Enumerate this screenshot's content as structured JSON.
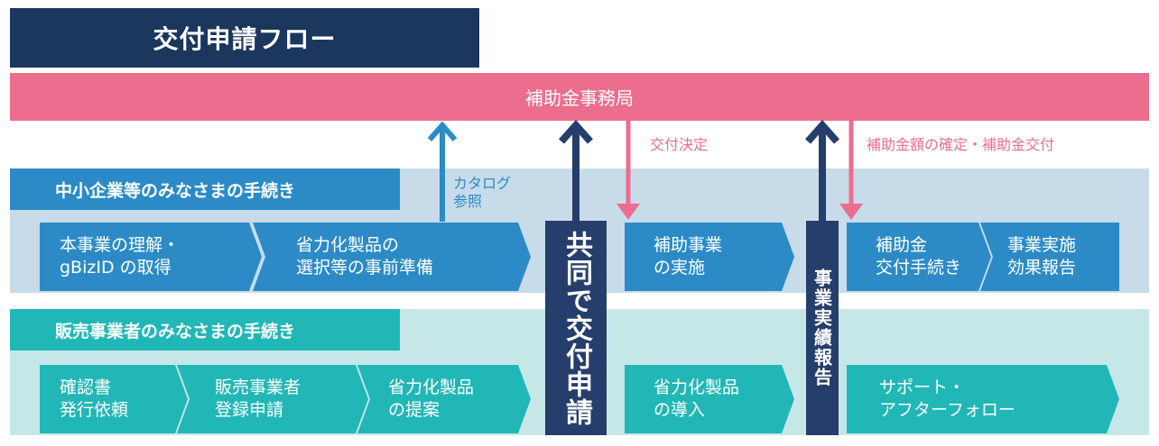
{
  "title": "交付申請フロー",
  "bureau": "補助金事務局",
  "notes": {
    "catalog_line1": "カタログ",
    "catalog_line2": "参照",
    "decision": "交付決定",
    "confirm": "補助金額の確定・補助金交付"
  },
  "sme": {
    "label": "中小企業等のみなさまの手続き",
    "steps": [
      {
        "line1": "本事業の理解・",
        "line2": "gBizID の取得"
      },
      {
        "line1": "省力化製品の",
        "line2": "選択等の事前準備"
      },
      {
        "line1": "補助事業",
        "line2": "の実施"
      },
      {
        "line1": "補助金",
        "line2": "交付手続き"
      },
      {
        "line1": "事業実施",
        "line2": "効果報告"
      }
    ]
  },
  "sales": {
    "label": "販売事業者のみなさまの手続き",
    "steps": [
      {
        "line1": "確認書",
        "line2": "発行依頼"
      },
      {
        "line1": "販売事業者",
        "line2": "登録申請"
      },
      {
        "line1": "省力化製品",
        "line2": "の提案"
      },
      {
        "line1": "省力化製品",
        "line2": "の導入"
      },
      {
        "line1": "サポート・",
        "line2": "アフターフォロー"
      }
    ]
  },
  "joint_application": "共同で交付申請",
  "performance_report": "事業実績報告",
  "colors": {
    "navy": "#1c375e",
    "pink": "#ec6d8e",
    "blue": "#2c8bc6",
    "teal": "#22b7b7",
    "dark_bar": "#263e6b"
  }
}
